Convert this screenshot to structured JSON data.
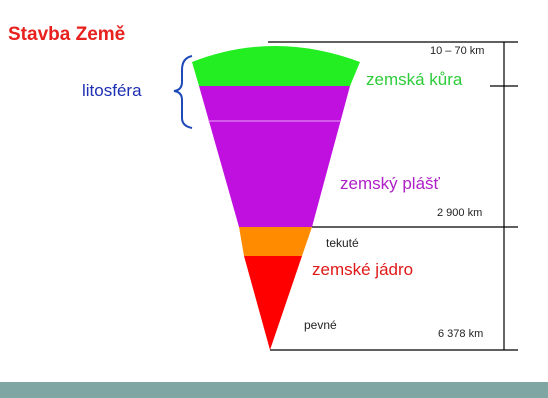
{
  "title": "Stavba Země",
  "labels": {
    "lithosphere": "litosféra",
    "crust": "zemská kůra",
    "mantle": "zemský plášť",
    "core": "zemské jádro",
    "liquid": "tekuté",
    "solid": "pevné"
  },
  "depths": {
    "crust": "10 – 70 km",
    "mantle": "2 900 km",
    "core": "6 378 km"
  },
  "colors": {
    "title": "#e8201e",
    "lithosphere": "#1e2fb3",
    "crust": "#22ee22",
    "mantle": "#c010e0",
    "outer_core": "#ff8c00",
    "inner_core": "#ff0000",
    "footer_bar": "#7fa6a2"
  }
}
